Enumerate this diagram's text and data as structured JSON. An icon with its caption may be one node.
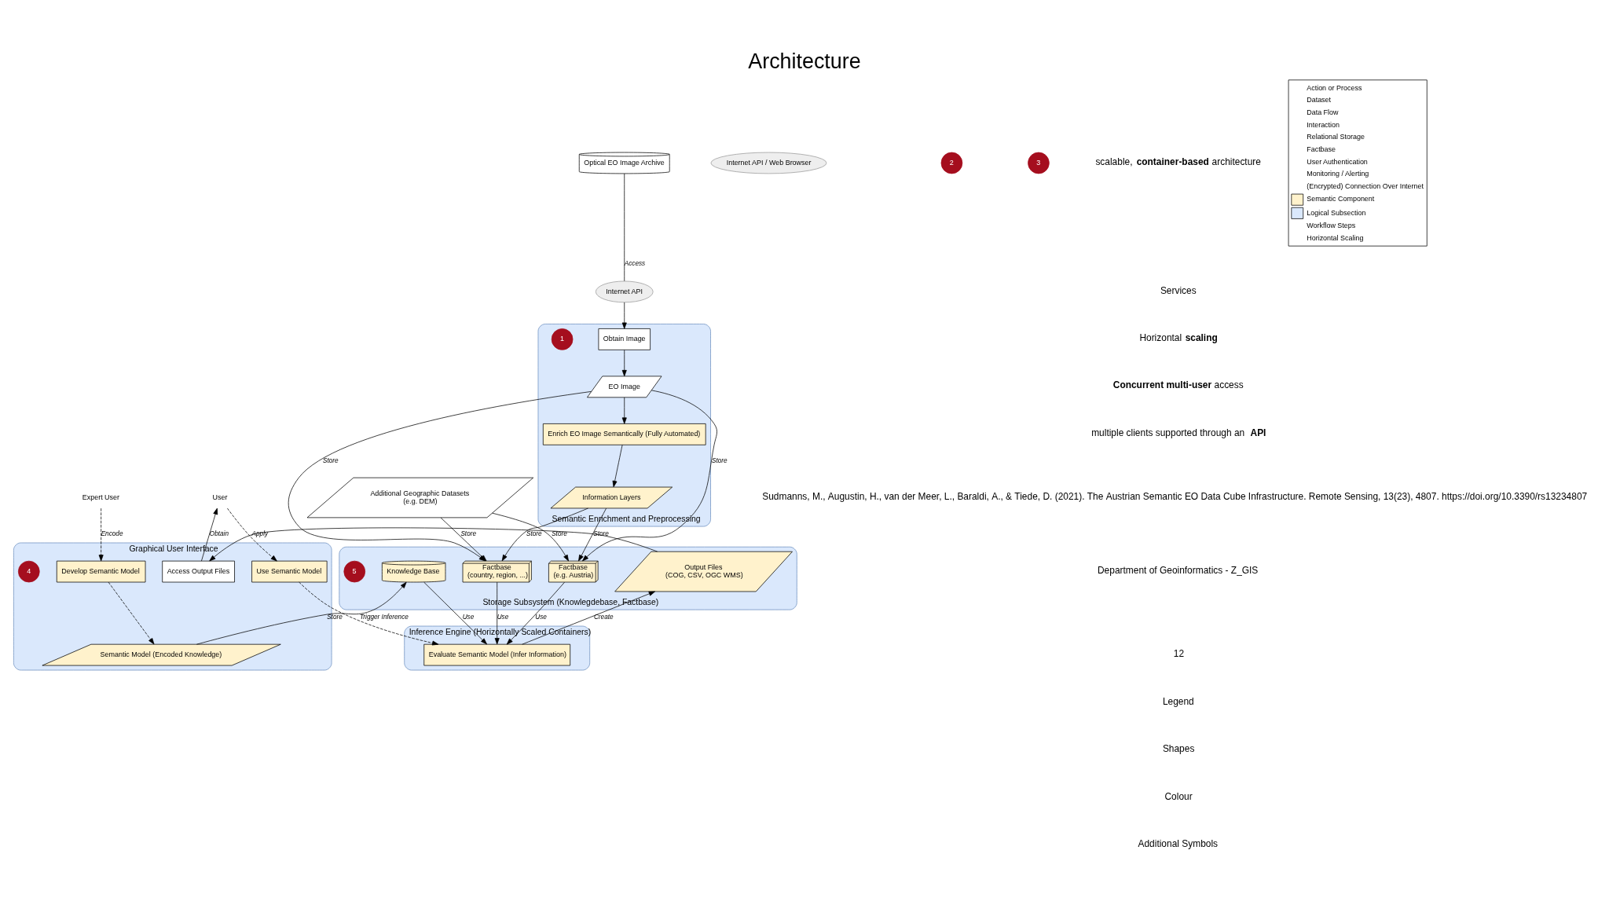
{
  "diagram": {
    "title": "Architecture",
    "nodes": [
      {
        "text": [
          "Expert User"
        ]
      },
      {
        "text": [
          "User"
        ]
      },
      {
        "text": [
          "Internet API / Web Browser"
        ]
      },
      {
        "text": [
          "Graphical User Interface"
        ]
      },
      {
        "text": [
          "Develop Semantic Model"
        ],
        "in": 3
      },
      {
        "text": [
          "Semantic Model (Encoded Knowledge)"
        ],
        "in": 3
      },
      {
        "text": [
          "Use Semantic Model"
        ],
        "in": 3
      },
      {
        "text": [
          "Access Output Files"
        ],
        "in": 3
      },
      {
        "text": [
          "Optical EO Image Archive"
        ]
      },
      {
        "text": [
          "Internet API"
        ]
      },
      {
        "text": [
          "Semantic Enrichment and Preprocessing"
        ]
      },
      {
        "text": [
          "Obtain Image"
        ],
        "in": 10
      },
      {
        "text": [
          "EO Image"
        ],
        "in": 10
      },
      {
        "text": [
          "Enrich EO Image Semantically (Fully Automated)"
        ],
        "in": 10
      },
      {
        "text": [
          "Information Layers"
        ],
        "in": 10
      },
      {
        "text": [
          "Inference Engine (Horizontally Scaled Containers)"
        ]
      },
      {
        "text": [
          "Evaluate Semantic Model (Infer Information)"
        ],
        "in": 15
      },
      {
        "text": [
          "Storage Subsystem (Knowlegdebase, Factbase)"
        ]
      },
      {
        "text": [
          "Output Files",
          "(COG, CSV, OGC WMS)"
        ],
        "in": 17
      },
      {
        "text": [
          "Knowledge Base"
        ],
        "in": 17
      },
      {
        "text": [
          "Factbase",
          "(e.g. Austria)"
        ],
        "in": 17
      },
      {
        "text": [
          "Factbase",
          "(country, region, ...)"
        ],
        "in": 17
      },
      {
        "text": [
          "Additional Geographic Datasets",
          "(e.g. DEM)"
        ]
      },
      {
        "text": [
          "2"
        ]
      },
      {
        "text": [
          "3"
        ]
      },
      {
        "text": [
          "4"
        ],
        "in": 3
      },
      {
        "text": [
          "5"
        ],
        "in": 17
      },
      {
        "text": [
          "1"
        ],
        "in": 10
      }
    ],
    "edges": [
      {
        "from": 0,
        "to": 4,
        "arrow": "to",
        "label": "Encode",
        "style": "dashed"
      },
      {
        "from": 1,
        "to": 6,
        "arrow": "to",
        "label": "Apply",
        "style": "dashed"
      },
      {
        "from": 4,
        "to": 5,
        "arrow": "to",
        "style": "dashed"
      },
      {
        "from": 7,
        "to": 1,
        "arrow": "to",
        "label": "Obtain"
      },
      {
        "from": 6,
        "to": 16,
        "arrow": "to",
        "label": "Trigger Inference",
        "style": "dashed"
      },
      {
        "from": 5,
        "to": 19,
        "arrow": "to",
        "label": "Store"
      },
      {
        "from": 8,
        "to": 9,
        "arrow": "none",
        "label": "Access"
      },
      {
        "from": 9,
        "to": 11,
        "arrow": "to"
      },
      {
        "from": 11,
        "to": 12,
        "arrow": "to"
      },
      {
        "from": 12,
        "to": 13,
        "arrow": "to"
      },
      {
        "from": 13,
        "to": 14,
        "arrow": "to"
      },
      {
        "from": 12,
        "to": 20,
        "arrow": "to",
        "label": "Store"
      },
      {
        "from": 12,
        "to": 21,
        "arrow": "to",
        "label": "Store"
      },
      {
        "from": 14,
        "to": 20,
        "arrow": "to",
        "label": "Store"
      },
      {
        "from": 14,
        "to": 21,
        "arrow": "to",
        "label": "Store"
      },
      {
        "from": 22,
        "to": 20,
        "arrow": "to",
        "label": "Store"
      },
      {
        "from": 22,
        "to": 21,
        "arrow": "to",
        "label": "Store"
      },
      {
        "from": 19,
        "to": 16,
        "arrow": "to",
        "label": "Use"
      },
      {
        "from": 20,
        "to": 16,
        "arrow": "to",
        "label": "Use"
      },
      {
        "from": 21,
        "to": 16,
        "arrow": "to",
        "label": "Use"
      },
      {
        "from": 16,
        "to": 18,
        "arrow": "to",
        "label": "Create"
      },
      {
        "from": 18,
        "to": 7,
        "arrow": "to"
      }
    ],
    "labels": [
      "scalable, **container-based** architecture",
      "Services",
      "Horizontal **scaling**",
      "**Concurrent multi-user** access",
      "multiple clients supported through an **API**",
      "Sudmanns, M., Augustin, H., van der Meer, L., Baraldi, A., & Tiede, D. (2021). The Austrian Semantic EO Data Cube Infrastructure. Remote Sensing, 13(23), 4807. https://doi.org/10.3390/rs13234807",
      "Department of Geoinformatics - Z_GIS",
      "12",
      "Legend",
      "Shapes",
      "Colour",
      "Additional Symbols"
    ],
    "legend": [
      {
        "text": "Action or Process"
      },
      {
        "text": "Dataset"
      },
      {
        "text": "Data Flow"
      },
      {
        "text": "Interaction"
      },
      {
        "text": "Relational Storage"
      },
      {
        "text": "Factbase"
      },
      {
        "text": "User Authentication"
      },
      {
        "text": "Monitoring / Alerting"
      },
      {
        "text": "(Encrypted) Connection Over Internet"
      },
      {
        "text": "Semantic Component",
        "color": "#fff2cc"
      },
      {
        "text": "Logical Subsection",
        "color": "#dae8fc"
      },
      {
        "text": "Workflow Steps"
      },
      {
        "text": "Horizontal Scaling"
      }
    ]
  }
}
